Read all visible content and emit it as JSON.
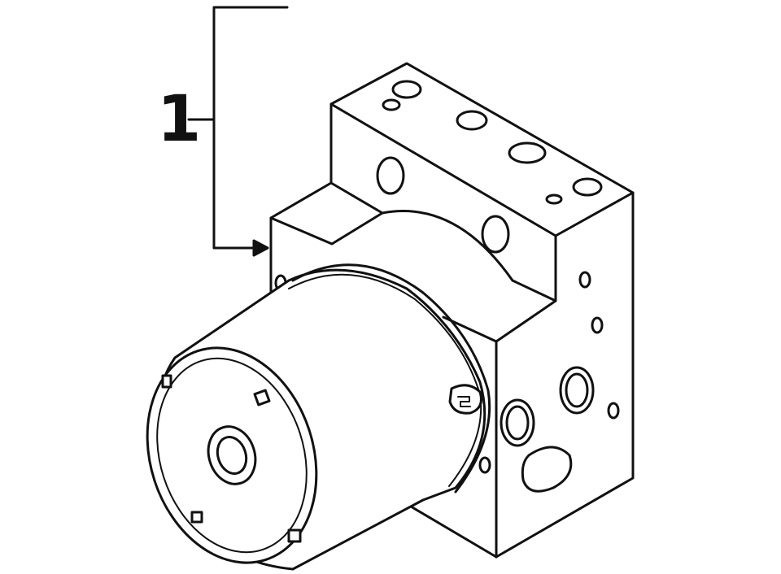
{
  "diagram": {
    "subject": "ABS hydraulic control unit with pump motor",
    "callouts": [
      {
        "number": "1",
        "target": "abs-modulator-assembly"
      }
    ],
    "colors": {
      "line": "#111111",
      "background": "#ffffff"
    }
  }
}
